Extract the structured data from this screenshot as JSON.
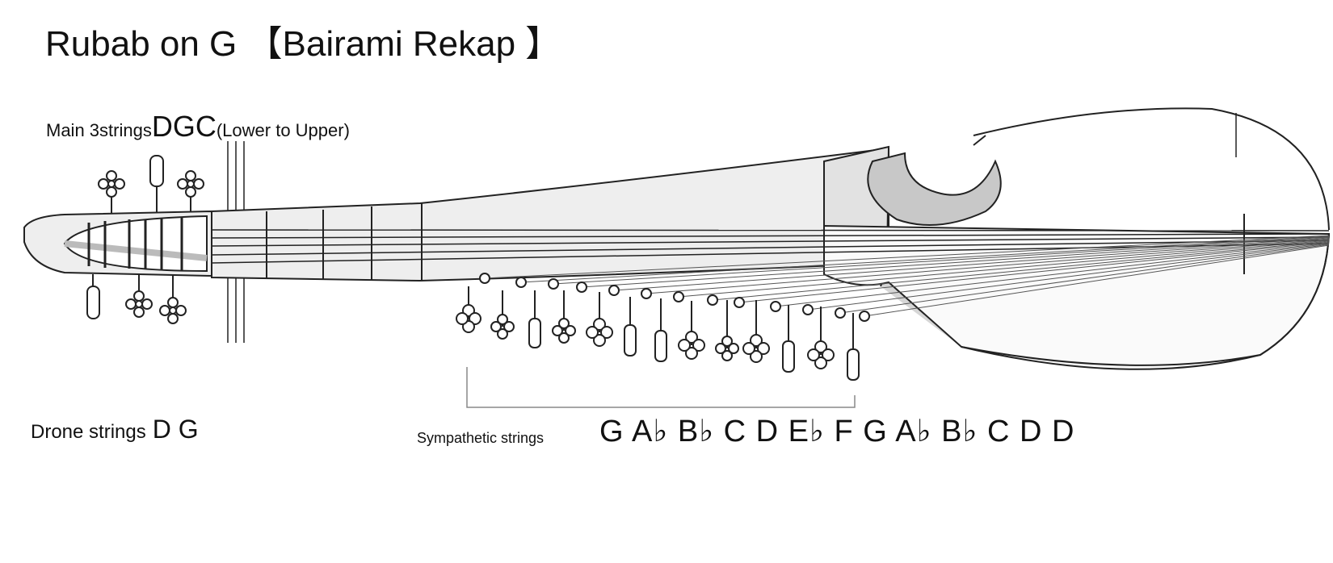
{
  "title": "Rubab on G 【Bairami Rekap 】",
  "main_strings": {
    "prefix": "Main 3strings",
    "notes": "DGC",
    "suffix": "(Lower to Upper)"
  },
  "drone_strings": {
    "label": "Drone strings",
    "notes": "D G"
  },
  "sympathetic_strings": {
    "label": "Sympathetic strings",
    "notes": "G A♭ B♭ C D E♭ F G A♭ B♭ C D D"
  },
  "colors": {
    "ink": "#222222",
    "body_fill": "#eeeeee",
    "shade": "#c8c8c8",
    "background": "#ffffff"
  },
  "icons": [
    "rubab-instrument-illustration",
    "tuning-peg-icon",
    "flower-peg-icon"
  ]
}
